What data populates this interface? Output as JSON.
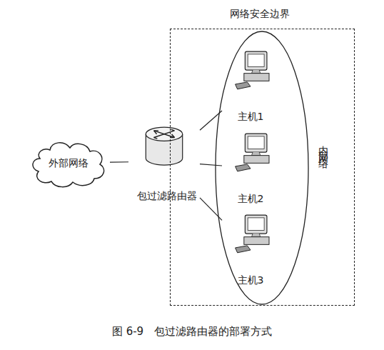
{
  "diagram": {
    "caption": "图 6-9　包过滤路由器的部署方式",
    "nodes": [
      {
        "text": [
          "外部网络"
        ]
      },
      {
        "text": [
          "包过滤路由器"
        ]
      },
      {
        "text": [
          "网络安全边界"
        ]
      },
      {
        "text": [
          "内部网络"
        ],
        "in": 2
      },
      {
        "text": [
          "主机1"
        ],
        "in": 3
      },
      {
        "text": [
          "主机2"
        ],
        "in": 3
      },
      {
        "text": [
          "主机3"
        ],
        "in": 3
      }
    ],
    "edges": [
      {
        "from": 0,
        "to": 1,
        "arrow": "none"
      },
      {
        "from": 1,
        "to": 4,
        "arrow": "none"
      },
      {
        "from": 1,
        "to": 5,
        "arrow": "none"
      },
      {
        "from": 1,
        "to": 6,
        "arrow": "none"
      }
    ]
  }
}
